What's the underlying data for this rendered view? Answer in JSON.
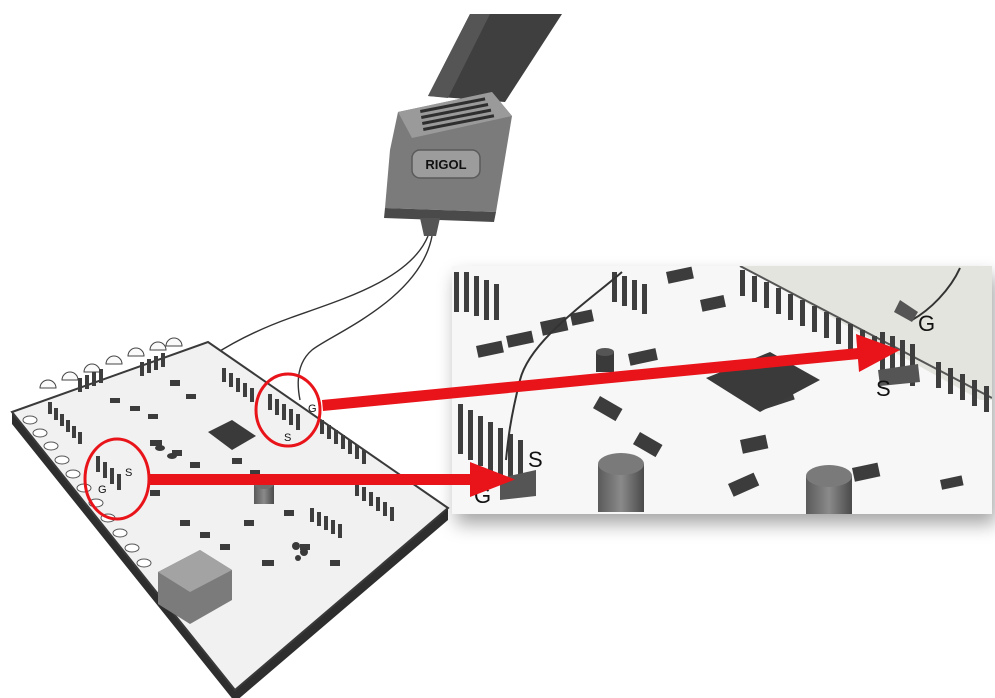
{
  "probe": {
    "logo": "RIGOL"
  },
  "board": {
    "header_1": {
      "ground_label": "G",
      "signal_label": "S"
    },
    "header_2": {
      "ground_label": "G",
      "signal_label": "S"
    }
  },
  "inset": {
    "header_1": {
      "ground_label": "G",
      "signal_label": "S"
    },
    "header_2": {
      "ground_label": "G",
      "signal_label": "S"
    }
  },
  "colors": {
    "highlight": "#e8141a",
    "probe_body": "#7b7b7b",
    "board": "#f1f1f1",
    "board_edge": "#3a3a3a",
    "components": "#3c3c3c"
  }
}
